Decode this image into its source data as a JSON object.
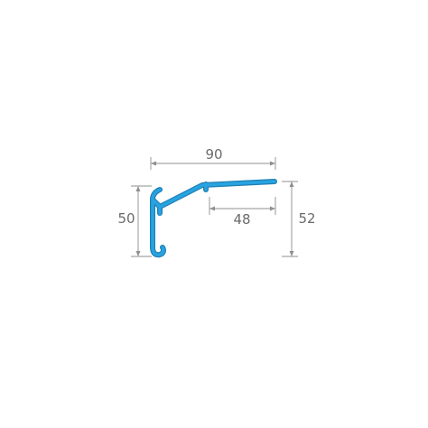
{
  "dimensions": {
    "top_width": "90",
    "inner_width": "48",
    "left_height": "50",
    "right_height": "52"
  },
  "colors": {
    "profile": "#27a3e0",
    "profile_edge": "#1f7fb3",
    "dimension_line": "#8f8f8f",
    "dimension_text": "#6a6a6a",
    "background": "#ffffff"
  }
}
